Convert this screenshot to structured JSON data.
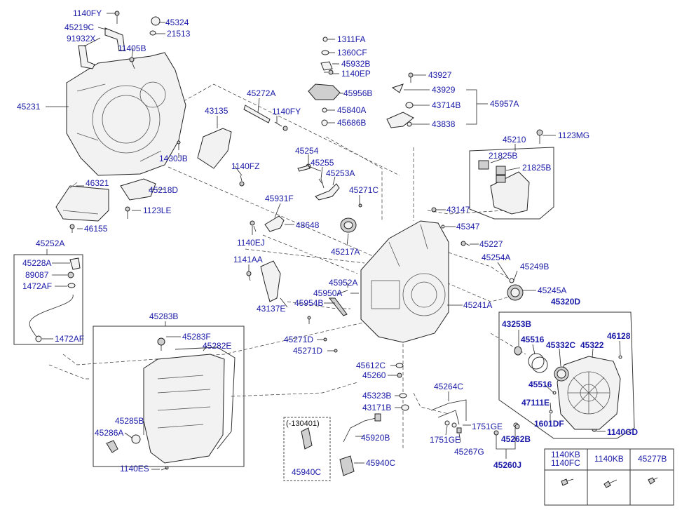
{
  "labels": {
    "p1140FY_top": "1140FY",
    "p45219C": "45219C",
    "p91932X": "91932X",
    "p11405B": "11405B",
    "p45324": "45324",
    "p21513": "21513",
    "p45231": "45231",
    "p45272A": "45272A",
    "p43135": "43135",
    "p1140FY_mid": "1140FY",
    "p1430JB": "1430JB",
    "p1140FZ": "1140FZ",
    "p46321": "46321",
    "p45218D": "45218D",
    "p1123LE": "1123LE",
    "p46155": "46155",
    "p45252A": "45252A",
    "p45228A": "45228A",
    "p89087": "89087",
    "p1472AF_a": "1472AF",
    "p1472AF_b": "1472AF",
    "p1311FA": "1311FA",
    "p1360CF": "1360CF",
    "p45932B": "45932B",
    "p1140EP": "1140EP",
    "p45956B": "45956B",
    "p45840A": "45840A",
    "p45686B": "45686B",
    "p43927": "43927",
    "p43929": "43929",
    "p43714B": "43714B",
    "p43838": "43838",
    "p45957A": "45957A",
    "p45210": "45210",
    "p1123MG": "1123MG",
    "p21825B_a": "21825B",
    "p21825B_b": "21825B",
    "p45254": "45254",
    "p45255": "45255",
    "p45253A": "45253A",
    "p45271C": "45271C",
    "p45931F": "45931F",
    "p48648": "48648",
    "p1140EJ": "1140EJ",
    "p45217A": "45217A",
    "p43147": "43147",
    "p45347": "45347",
    "p45227": "45227",
    "p45254A": "45254A",
    "p45249B": "45249B",
    "p1141AA": "1141AA",
    "p45952A": "45952A",
    "p45950A": "45950A",
    "p45954B": "45954B",
    "p43137E": "43137E",
    "p45241A": "45241A",
    "p45245A": "45245A",
    "p45320D": "45320D",
    "p45283B": "45283B",
    "p45283F": "45283F",
    "p45282E": "45282E",
    "p45271D_a": "45271D",
    "p45271D_b": "45271D",
    "p43253B": "43253B",
    "p45516_a": "45516",
    "p45332C": "45332C",
    "p45322": "45322",
    "p46128": "46128",
    "p45612C": "45612C",
    "p45260": "45260",
    "p45264C": "45264C",
    "p45516_b": "45516",
    "p47111E": "47111E",
    "p45323B": "45323B",
    "p43171B": "43171B",
    "p1601DF": "1601DF",
    "p1140GD": "1140GD",
    "p45285B": "45285B",
    "p45286A": "45286A",
    "p130401": "(-130401)",
    "p45920B": "45920B",
    "p1751GE_a": "1751GE",
    "p1751GE_b": "1751GE",
    "p45267G": "45267G",
    "p45262B": "45262B",
    "p45260J": "45260J",
    "p45940C_a": "45940C",
    "p45940C_b": "45940C",
    "p1140ES": "1140ES"
  },
  "legend_table": {
    "col1_line1": "1140KB",
    "col1_line2": "1140FC",
    "col2": "1140KB",
    "col3": "45277B"
  },
  "icons": [
    "bolt-icon",
    "washer-icon",
    "seal-ring-icon",
    "housing-icon",
    "pan-icon",
    "cover-icon"
  ],
  "colors": {
    "label": "#1a1aa8",
    "line": "#222222",
    "background": "#ffffff"
  }
}
